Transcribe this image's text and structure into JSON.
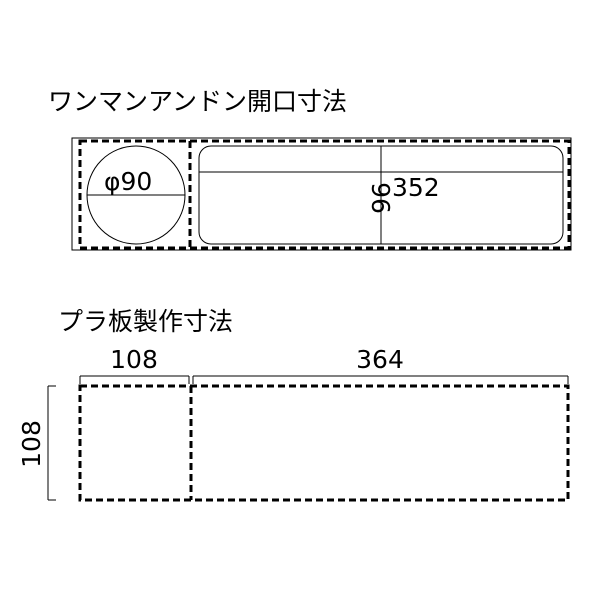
{
  "opening": {
    "title": "ワンマンアンドン開口寸法",
    "circle_label": "φ90",
    "slot_height_label": "96",
    "slot_width_label": "352"
  },
  "plate": {
    "title": "プラ板製作寸法",
    "left_width_label": "108",
    "right_width_label": "364",
    "height_label": "108"
  }
}
